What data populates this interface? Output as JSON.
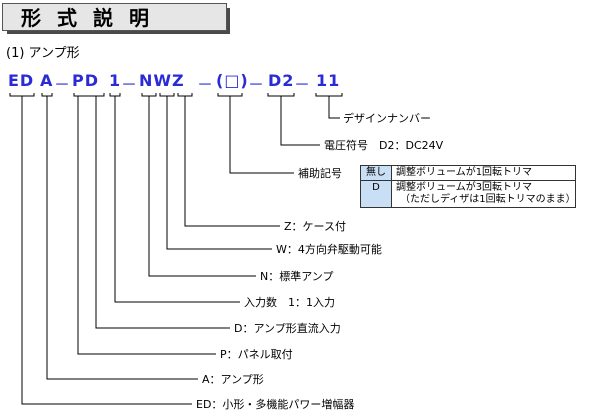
{
  "title": "形式説明",
  "subtitle": "(1) アンプ形",
  "code": {
    "ed": "ED",
    "a": "A",
    "pd": "PD",
    "one": "1",
    "nwz": "NWZ",
    "paren": "(□)",
    "d2": "D2",
    "eleven": "11",
    "dash": "－"
  },
  "labels": {
    "design": "デザインナンバー",
    "voltage": "電圧符号　D2：DC24V",
    "aux": "補助記号",
    "z": "Z：ケース付",
    "w": "W：4方向弁駆動可能",
    "n": "N：標準アンプ",
    "input": "入力数　1：1入力",
    "d": "D：アンプ形直流入力",
    "p": "P：パネル取付",
    "a": "A：アンプ形",
    "ed": "ED：小形・多機能パワー増幅器"
  },
  "aux_table": [
    {
      "key": "無し",
      "value": "調整ボリュームが1回転トリマ",
      "note": ""
    },
    {
      "key": "D",
      "value": "調整ボリュームが3回転トリマ",
      "note": "（ただしディザは1回転トリマのまま）"
    }
  ]
}
